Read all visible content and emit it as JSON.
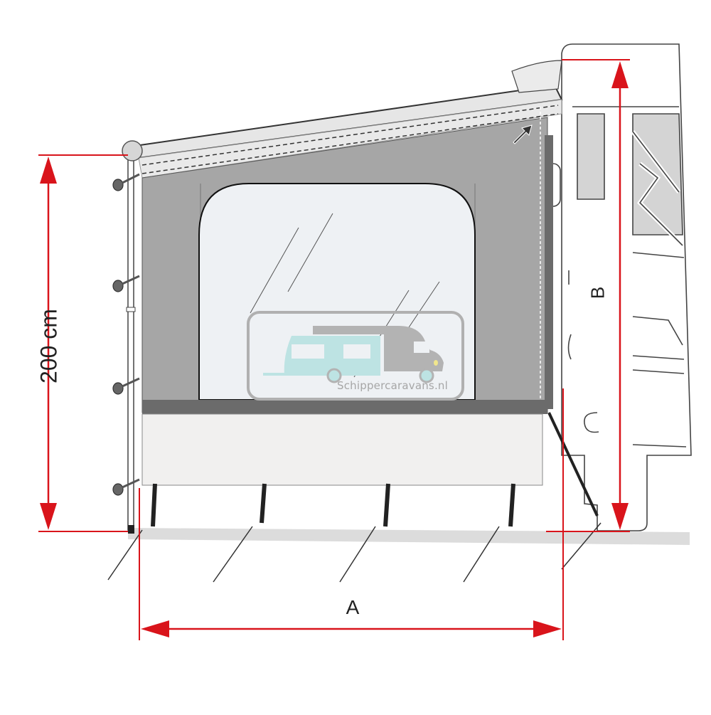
{
  "diagram": {
    "subject": "Awning side panel attached to caravan/motorhome",
    "dimensions": {
      "height_label": "200 cm",
      "vehicle_height_label": "B",
      "width_label": "A"
    },
    "watermark": {
      "text": "Schippercaravans.nl"
    },
    "colors": {
      "dimension_red": "#d9141b",
      "panel_gray": "#a6a6a6",
      "window_fill": "#eef1f4",
      "skirt_band": "#6b6b6b",
      "skirt_fill": "#f1f0ef",
      "caravan_teal": "#bde3e3",
      "motorhome_gray": "#b3b3b3",
      "ground": "#dcdcdc"
    },
    "parts": {
      "pegs_count": 5,
      "pole_hooks_count": 4
    }
  }
}
